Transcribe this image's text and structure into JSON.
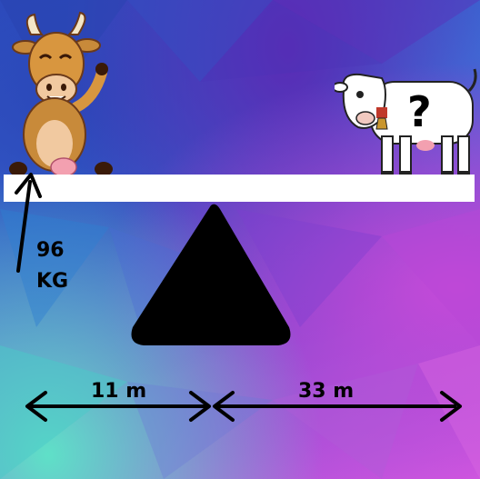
{
  "scene": {
    "known_weight_line1": "96",
    "known_weight_line2": "KG",
    "left_distance": "11 m",
    "right_distance": "33 m",
    "unknown_symbol": "?"
  },
  "colors": {
    "plank": "#ffffff",
    "fulcrum": "#000000",
    "arrows": "#000000"
  }
}
